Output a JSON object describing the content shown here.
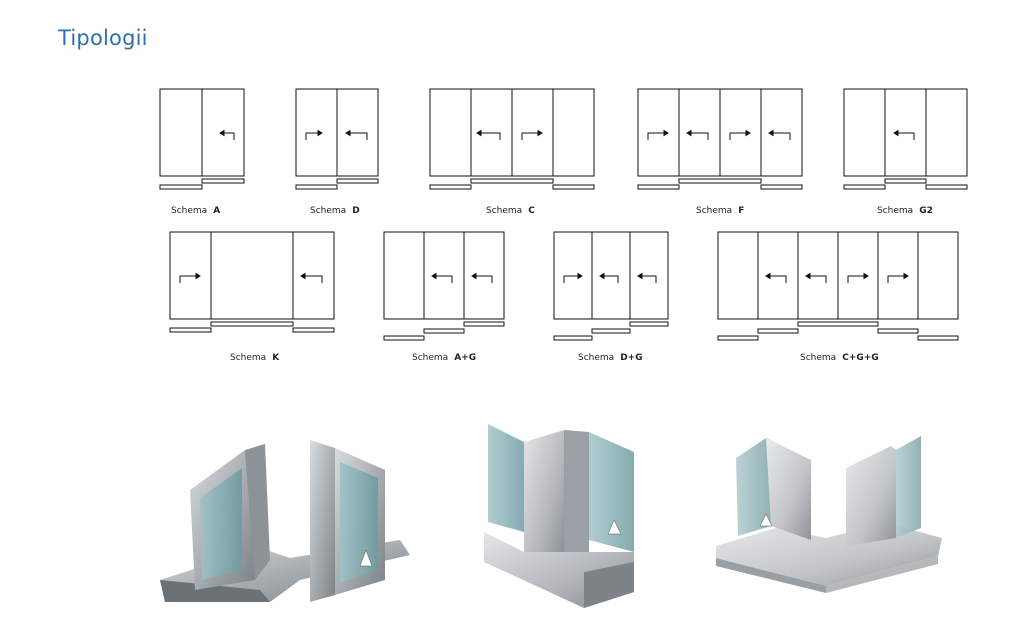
{
  "page": {
    "title": "Tipologii"
  },
  "schemas": [
    {
      "id": "A",
      "prefix": "Schema",
      "code": "A"
    },
    {
      "id": "D",
      "prefix": "Schema",
      "code": "D"
    },
    {
      "id": "C",
      "prefix": "Schema",
      "code": "C"
    },
    {
      "id": "F",
      "prefix": "Schema",
      "code": "F"
    },
    {
      "id": "G2",
      "prefix": "Schema",
      "code": "G2"
    },
    {
      "id": "K",
      "prefix": "Schema",
      "code": "K"
    },
    {
      "id": "AG",
      "prefix": "Schema",
      "code": "A+G"
    },
    {
      "id": "DG",
      "prefix": "Schema",
      "code": "D+G"
    },
    {
      "id": "CGG",
      "prefix": "Schema",
      "code": "C+G+G"
    }
  ],
  "colors": {
    "title": "#2f6fae",
    "line": "#111111"
  }
}
